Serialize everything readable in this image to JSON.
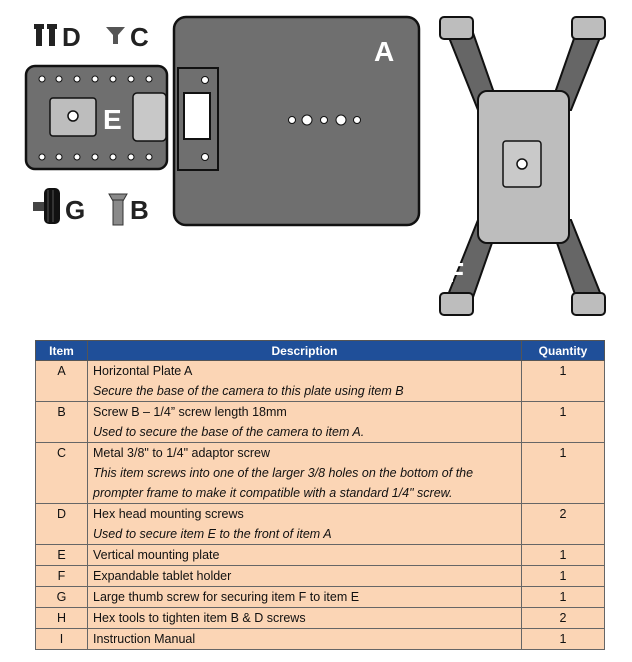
{
  "diagram": {
    "labels": {
      "A": "A",
      "B": "B",
      "C": "C",
      "D": "D",
      "E": "E",
      "F": "F",
      "G": "G"
    }
  },
  "table": {
    "headers": {
      "item": "Item",
      "description": "Description",
      "quantity": "Quantity"
    },
    "rows": [
      {
        "item": "A",
        "title": "Horizontal Plate A",
        "notes": [
          "Secure the base of the camera to this plate using item B"
        ],
        "qty": "1"
      },
      {
        "item": "B",
        "title": "Screw B – 1/4” screw length 18mm",
        "notes": [
          "Used to secure the base of the camera to item A."
        ],
        "qty": "1"
      },
      {
        "item": "C",
        "title": "Metal 3/8\" to 1/4\" adaptor screw",
        "notes": [
          "This item screws into one of the larger 3/8 holes on the bottom of the",
          "prompter frame to make it compatible with a standard 1/4\" screw."
        ],
        "qty": "1"
      },
      {
        "item": "D",
        "title": "Hex head mounting screws",
        "notes": [
          "Used to secure item E to the front of item A"
        ],
        "qty": "2"
      },
      {
        "item": "E",
        "title": "Vertical mounting plate",
        "notes": [],
        "qty": "1"
      },
      {
        "item": "F",
        "title": "Expandable tablet holder",
        "notes": [],
        "qty": "1"
      },
      {
        "item": "G",
        "title": "Large thumb screw for securing item F to item E",
        "notes": [],
        "qty": "1"
      },
      {
        "item": "H",
        "title": "Hex tools to tighten item B & D screws",
        "notes": [],
        "qty": "2"
      },
      {
        "item": "I",
        "title": "Instruction Manual",
        "notes": [],
        "qty": "1"
      }
    ]
  }
}
